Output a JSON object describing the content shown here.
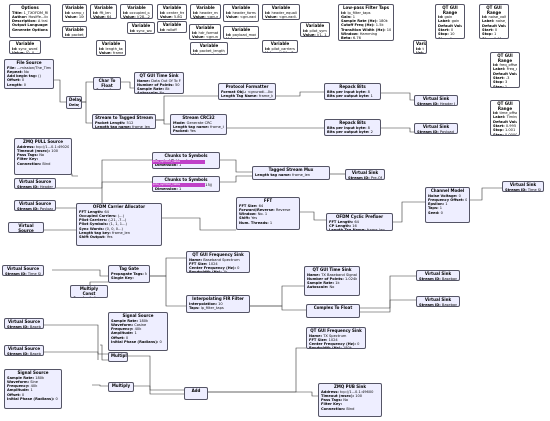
{
  "vars": [
    {
      "title": "Options",
      "lines": [
        [
          "Title:",
          "1_TXOFDM_RMLS1224"
        ],
        [
          "Author:",
          "Hosiffe...iic example"
        ],
        [
          "Description:",
          "A trai...mon ratio"
        ],
        [
          "Output Language:",
          "Python"
        ],
        [
          "Generate Options:",
          "QT GUI"
        ]
      ]
    },
    {
      "title": "Variable",
      "lines": [
        [
          "Id:",
          "samp_rate"
        ],
        [
          "Value:",
          "100k"
        ]
      ]
    },
    {
      "title": "Variable",
      "lines": [
        [
          "Id:",
          "packet_len"
        ],
        [
          "Value:",
          "512"
        ]
      ]
    },
    {
      "title": "Variable",
      "lines": [
        [
          "Id:",
          "fft_len"
        ],
        [
          "Value:",
          "64"
        ]
      ]
    },
    {
      "title": "Variable",
      "lines": [
        [
          "Id:",
          "occupied_carriers"
        ],
        [
          "Value:",
          "((28...22, 24, 25, 26),)"
        ]
      ]
    },
    {
      "title": "Variable",
      "lines": [
        [
          "Id:",
          "sync_word2"
        ],
        [
          "Value:",
          "[0, 0, 0, 0, 1..."
        ]
      ]
    },
    {
      "title": "Variable",
      "lines": [
        [
          "Id:",
          "center_freq"
        ],
        [
          "Value:",
          "5.8G"
        ]
      ]
    },
    {
      "title": "Variable",
      "lines": [
        [
          "Id:",
          "rolloff"
        ],
        [
          "Value:",
          "0"
        ]
      ]
    },
    {
      "title": "Variable",
      "lines": [
        [
          "Id:",
          "header_mod"
        ],
        [
          "Value:",
          "<gnuradi...0x7f01b>"
        ]
      ]
    },
    {
      "title": "Variable",
      "lines": [
        [
          "Id:",
          "hdr_format"
        ],
        [
          "Value:",
          "<gnuradi...0x7f01b>"
        ]
      ]
    },
    {
      "title": "Variable",
      "lines": [
        [
          "Id:",
          "header_formatter"
        ],
        [
          "Value:",
          "<gnuradi...0x7f01b>"
        ]
      ]
    },
    {
      "title": "Variable",
      "lines": [
        [
          "Id:",
          "payload_mod"
        ],
        [
          "Value:",
          "<gnuradi...0x7f01b>"
        ]
      ]
    },
    {
      "title": "Variable",
      "lines": [
        [
          "Id:",
          "header_equalizer"
        ],
        [
          "Value:",
          "<gnuradi...0x7f01b>"
        ]
      ]
    },
    {
      "title": "Variable",
      "lines": [
        [
          "Id:",
          "pilot_symbols"
        ],
        [
          "Value:",
          "((1, 1, 1, -1),)"
        ]
      ]
    },
    {
      "title": "Variable",
      "lines": [
        [
          "Id:",
          "sync_word1"
        ],
        [
          "Value:",
          "[0, 0...]"
        ]
      ]
    },
    {
      "title": "Variable",
      "lines": [
        [
          "Id:",
          "length_tag_key"
        ],
        [
          "Value:",
          "frame_len"
        ]
      ]
    },
    {
      "title": "Variable",
      "lines": [
        [
          "Id:",
          "packet_length_tag_key"
        ],
        [
          "Value:",
          "packet_len"
        ]
      ]
    },
    {
      "title": "Variable",
      "lines": [
        [
          "Id:",
          "pilot_carriers"
        ],
        [
          "Value:",
          "((-21, -7, 7, 21),)"
        ]
      ]
    },
    {
      "title": "Low-pass Filter Taps",
      "lines": [
        [
          "Id:",
          "lp_filter_taps"
        ],
        [
          "Gain:",
          "1"
        ],
        [
          "Sample Rate (Hz):",
          "180k"
        ],
        [
          "Cutoff Freq (Hz):",
          "1.5k"
        ],
        [
          "Transition Width (Hz):",
          "10k"
        ],
        [
          "Window:",
          "Hamming"
        ],
        [
          "Beta:",
          "6.76"
        ]
      ]
    },
    {
      "title": "QT GUI Range",
      "lines": [
        [
          "Id:",
          "gain"
        ],
        [
          "Label:",
          "gain"
        ],
        [
          "Default Value:",
          "5"
        ],
        [
          "Start:",
          "0"
        ],
        [
          "Stop:",
          "10"
        ],
        [
          "Step:",
          "1"
        ]
      ]
    },
    {
      "title": "QT GUI Range",
      "lines": [
        [
          "Id:",
          "noise_volt"
        ],
        [
          "Label:",
          "noise_volt"
        ],
        [
          "Default Value:",
          "0"
        ],
        [
          "Start:",
          "0"
        ],
        [
          "Stop:",
          "1"
        ],
        [
          "Step:",
          "0.01"
        ]
      ]
    },
    {
      "title": "Variable",
      "lines": [
        [
          "Id:",
          "taps"
        ],
        [
          "Value:",
          "1"
        ]
      ]
    },
    {
      "title": "QT GUI Range",
      "lines": [
        [
          "Id:",
          "freq_offset"
        ],
        [
          "Label:",
          "Freq_offset"
        ],
        [
          "Default Value:",
          "0"
        ],
        [
          "Start:",
          "-3"
        ],
        [
          "Stop:",
          "3"
        ],
        [
          "Step:",
          "1"
        ]
      ]
    },
    {
      "title": "QT GUI Range",
      "lines": [
        [
          "Id:",
          "time_offset"
        ],
        [
          "Label:",
          "Timing Offset"
        ],
        [
          "Default Value:",
          "1"
        ],
        [
          "Start:",
          "0.995"
        ],
        [
          "Stop:",
          "1.001"
        ],
        [
          "Step:",
          "0.00001"
        ]
      ]
    }
  ],
  "blocks": [
    {
      "name": "file-source",
      "title": "File Source",
      "lines": [
        [
          "File:",
          "...mission/The_Time_Machine.txt"
        ],
        [
          "Repeat:",
          "No"
        ],
        [
          "Add begin tag:",
          "()"
        ],
        [
          "Offset:",
          "0"
        ],
        [
          "Length:",
          "0"
        ]
      ]
    },
    {
      "name": "delay",
      "title": "Delay",
      "lines": [
        [
          "Delay:",
          "0"
        ]
      ]
    },
    {
      "name": "char-to-float",
      "title": "Char To Float",
      "lines": [
        [
          "Scale:",
          "1"
        ]
      ]
    },
    {
      "name": "qt-time-sink-top",
      "title": "QT GUI Time Sink",
      "lines": [
        [
          "Name:",
          "Data Out Of To File"
        ],
        [
          "Number of Points:",
          "50"
        ],
        [
          "Sample Rate:",
          "8k"
        ],
        [
          "Autoscale:",
          "No"
        ]
      ]
    },
    {
      "name": "protocol-formatter",
      "title": "Protocol Formatter",
      "lines": [
        [
          "Format Obj.:",
          "<gnuradi...0x431f3>"
        ],
        [
          "Length Tag Name:",
          "frame_len"
        ]
      ]
    },
    {
      "name": "repack-bits-1",
      "title": "Repack Bits",
      "lines": [
        [
          "Bits per input byte:",
          "8"
        ],
        [
          "Bits per output byte:",
          "1"
        ]
      ]
    },
    {
      "name": "virtual-sink-header",
      "title": "Virtual Sink",
      "lines": [
        [
          "Stream ID:",
          "Header Bits"
        ]
      ]
    },
    {
      "name": "stream-to-tagged",
      "title": "Stream to Tagged Stream",
      "lines": [
        [
          "Packet Length:",
          "512"
        ],
        [
          "Length tag name:",
          "frame_len"
        ]
      ]
    },
    {
      "name": "stream-crc32",
      "title": "Stream CRC32",
      "lines": [
        [
          "Mode:",
          "Generate CRC"
        ],
        [
          "Length tag name:",
          "frame_len"
        ],
        [
          "Packed:",
          "Yes"
        ]
      ]
    },
    {
      "name": "repack-bits-2",
      "title": "Repack Bits",
      "lines": [
        [
          "Bits per input byte:",
          "8"
        ],
        [
          "Bits per output byte:",
          "2"
        ]
      ]
    },
    {
      "name": "virtual-sink-payload",
      "title": "Virtual Sink",
      "lines": [
        [
          "Stream ID:",
          "Payload Bits"
        ]
      ]
    },
    {
      "name": "zmq-pull-source",
      "title": "ZMQ PULL Source",
      "lines": [
        [
          "Address:",
          "tcp://1...0.1:49020"
        ],
        [
          "Timeout (msec):",
          "100"
        ],
        [
          "Pass Tags:",
          "No"
        ],
        [
          "Filter Key:",
          ""
        ],
        [
          "Connection:",
          "Bind"
        ]
      ]
    },
    {
      "name": "virtual-source-header",
      "title": "Virtual Source",
      "lines": [
        [
          "Stream ID:",
          "Header Bits"
        ]
      ]
    },
    {
      "name": "chunks-to-symbols-1",
      "title": "Chunks to Symbols",
      "lines": [
        [
          "Symbol Table:",
          "-1, 1"
        ],
        [
          "Dimension:",
          "1"
        ]
      ]
    },
    {
      "name": "tagged-stream-mux",
      "title": "Tagged Stream Mux",
      "lines": [
        [
          "Length tag name:",
          "frame_len"
        ]
      ]
    },
    {
      "name": "virtual-sink-preofdm",
      "title": "Virtual Sink",
      "lines": [
        [
          "Stream ID:",
          "Pre-OFDM"
        ]
      ]
    },
    {
      "name": "virtual-source-payload",
      "title": "Virtual Source",
      "lines": [
        [
          "Stream ID:",
          "Payload Bits"
        ]
      ]
    },
    {
      "name": "chunks-to-symbols-2",
      "title": "Chunks to Symbols",
      "lines": [
        [
          "Symbol Table:",
          "(1.4...1.41415j)"
        ],
        [
          "Dimension:",
          "1"
        ]
      ]
    },
    {
      "name": "channel-model",
      "title": "Channel Model",
      "lines": [
        [
          "Noise Voltage:",
          "0"
        ],
        [
          "Frequency Offset:",
          "0"
        ],
        [
          "Epsilon:",
          "1"
        ],
        [
          "Taps:",
          "1"
        ],
        [
          "Seed:",
          "0"
        ]
      ]
    },
    {
      "name": "virtual-sink-timesignal",
      "title": "Virtual Sink",
      "lines": [
        [
          "Stream ID:",
          "Time Signal"
        ]
      ]
    },
    {
      "name": "virtual-source-preofdm",
      "title": "Virtual Source",
      "lines": [
        [
          "Stream ID:",
          "Pre-OFDM"
        ]
      ]
    },
    {
      "name": "ofdm-carrier-allocator",
      "title": "OFDM Carrier Allocator",
      "lines": [
        [
          "FFT Length:",
          "64"
        ],
        [
          "Occupied Carriers:",
          "(...)"
        ],
        [
          "Pilot Carriers:",
          "(-21, -7...)"
        ],
        [
          "Pilot Symbols:",
          "(1, 1, 1...)"
        ],
        [
          "Sync Words:",
          "(0, 0, 0...)"
        ],
        [
          "Length tag key:",
          "frame_len"
        ],
        [
          "Shift Output:",
          "Yes"
        ]
      ]
    },
    {
      "name": "fft",
      "title": "FFT",
      "lines": [
        [
          "FFT Size:",
          "64"
        ],
        [
          "Forward/Reverse:",
          "Reverse"
        ],
        [
          "Window:",
          "No. 1"
        ],
        [
          "Shift:",
          "Yes"
        ],
        [
          "Num. Threads:",
          "1"
        ]
      ]
    },
    {
      "name": "ofdm-cyclic-prefixer",
      "title": "OFDM Cyclic Prefixer",
      "lines": [
        [
          "FFT Length:",
          "64"
        ],
        [
          "CP Length:",
          "16"
        ],
        [
          "Length Tag Name:",
          "frame_len"
        ]
      ]
    },
    {
      "name": "virtual-source-timesignal",
      "title": "Virtual Source",
      "lines": [
        [
          "Stream ID:",
          "Time Signal"
        ]
      ]
    },
    {
      "name": "tag-gate",
      "title": "Tag Gate",
      "lines": [
        [
          "Propagate Tags:",
          "No"
        ],
        [
          "Single Key:",
          ""
        ]
      ]
    },
    {
      "name": "multiply-const",
      "title": "Multiply Const",
      "lines": [
        [
          "Constant:",
          "1"
        ]
      ]
    },
    {
      "name": "qt-freq-sink-baseband",
      "title": "QT GUI Frequency Sink",
      "lines": [
        [
          "Name:",
          "Baseband Spectrum"
        ],
        [
          "FFT Size:",
          "1024"
        ],
        [
          "Center Frequency (Hz):",
          "0"
        ],
        [
          "Bandwidth (Hz):",
          "1k"
        ]
      ]
    },
    {
      "name": "interp-fir",
      "title": "Interpolating FIR Filter",
      "lines": [
        [
          "Interpolation:",
          "10"
        ],
        [
          "Taps:",
          "lp_filter_taps"
        ]
      ]
    },
    {
      "name": "qt-time-sink-2",
      "title": "QT GUI Time Sink",
      "lines": [
        [
          "Name:",
          "TX Baseband Signal"
        ],
        [
          "Number of Points:",
          "1.024k"
        ],
        [
          "Sample Rate:",
          "1k"
        ],
        [
          "Autoscale:",
          "No"
        ]
      ]
    },
    {
      "name": "virtual-sink-baseband-i",
      "title": "Virtual Sink",
      "lines": [
        [
          "Stream ID:",
          "Baseband I"
        ]
      ]
    },
    {
      "name": "complex-to-float",
      "title": "Complex To Float",
      "lines": []
    },
    {
      "name": "virtual-sink-baseband-q",
      "title": "Virtual Sink",
      "lines": [
        [
          "Stream ID:",
          "Baseband Q"
        ]
      ]
    },
    {
      "name": "virtual-source-baseband-i",
      "title": "Virtual Source",
      "lines": [
        [
          "Stream ID:",
          "Baseband I"
        ]
      ]
    },
    {
      "name": "signal-source-1",
      "title": "Signal Source",
      "lines": [
        [
          "Sample Rate:",
          "180k"
        ],
        [
          "Waveform:",
          "Cosine"
        ],
        [
          "Frequency:",
          "40k"
        ],
        [
          "Amplitude:",
          "1"
        ],
        [
          "Offset:",
          "0"
        ],
        [
          "Initial Phase (Radians):",
          "0"
        ]
      ]
    },
    {
      "name": "virtual-source-baseband-q",
      "title": "Virtual Source",
      "lines": [
        [
          "Stream ID:",
          "Baseband Q"
        ]
      ]
    },
    {
      "name": "multiply-1",
      "title": "Multiply",
      "lines": []
    },
    {
      "name": "qt-freq-sink-tx",
      "title": "QT GUI Frequency Sink",
      "lines": [
        [
          "Name:",
          "TX Spectrum"
        ],
        [
          "FFT Size:",
          "1024"
        ],
        [
          "Center Frequency (Hz):",
          "0"
        ],
        [
          "Bandwidth (Hz):",
          "180k"
        ]
      ]
    },
    {
      "name": "signal-source-2",
      "title": "Signal Source",
      "lines": [
        [
          "Sample Rate:",
          "180k"
        ],
        [
          "Waveform:",
          "Sine"
        ],
        [
          "Frequency:",
          "40k"
        ],
        [
          "Amplitude:",
          "1"
        ],
        [
          "Offset:",
          "0"
        ],
        [
          "Initial Phase (Radians):",
          "0"
        ]
      ]
    },
    {
      "name": "multiply-2",
      "title": "Multiply",
      "lines": []
    },
    {
      "name": "add",
      "title": "Add",
      "lines": []
    },
    {
      "name": "zmq-pub-sink",
      "title": "ZMQ PUB Sink",
      "lines": [
        [
          "Address:",
          "tcp://1...0.1:49600"
        ],
        [
          "Timeout (msec):",
          "100"
        ],
        [
          "Pass Tags:",
          "No"
        ],
        [
          "Filter Key:",
          ""
        ],
        [
          "Connection:",
          "Bind"
        ]
      ]
    }
  ],
  "tags": [
    "pdu_symbol_table",
    "pdu_symbol_table"
  ],
  "colors": {
    "block": "#eeeeff",
    "border": "#555566",
    "wire": "#333333",
    "complex": "#2b60d8",
    "byte": "#c040c8",
    "float": "#e07b1a",
    "message": "#cccccc"
  }
}
